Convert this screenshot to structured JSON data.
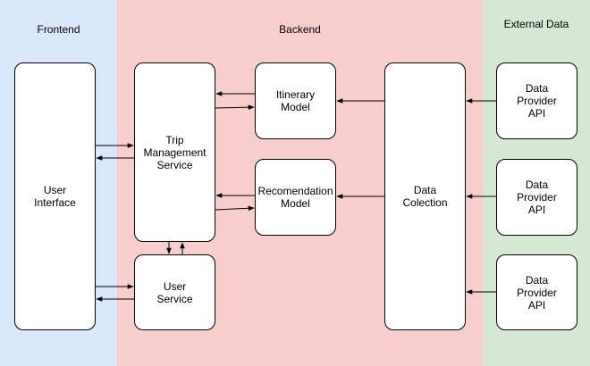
{
  "bands": {
    "frontend": "Frontend",
    "backend": "Backend",
    "external": "External\nData"
  },
  "nodes": {
    "user_interface": "User\nInterface",
    "trip_management": "Trip\nManagement\nService",
    "user_service": "User\nService",
    "itinerary_model": "Itinerary\nModel",
    "recommendation_model": "Recomendation\nModel",
    "data_collection": "Data\nColection",
    "provider_1": "Data\nProvider\nAPI",
    "provider_2": "Data\nProvider\nAPI",
    "provider_3": "Data\nProvider\nAPI"
  },
  "edges": [
    {
      "from": "user_interface",
      "to": "trip_management"
    },
    {
      "from": "trip_management",
      "to": "user_interface"
    },
    {
      "from": "user_interface",
      "to": "user_service"
    },
    {
      "from": "user_service",
      "to": "user_interface"
    },
    {
      "from": "trip_management",
      "to": "user_service"
    },
    {
      "from": "user_service",
      "to": "trip_management"
    },
    {
      "from": "trip_management",
      "to": "itinerary_model"
    },
    {
      "from": "itinerary_model",
      "to": "trip_management"
    },
    {
      "from": "trip_management",
      "to": "recommendation_model"
    },
    {
      "from": "recommendation_model",
      "to": "trip_management"
    },
    {
      "from": "data_collection",
      "to": "itinerary_model"
    },
    {
      "from": "data_collection",
      "to": "recommendation_model"
    },
    {
      "from": "provider_1",
      "to": "data_collection"
    },
    {
      "from": "provider_2",
      "to": "data_collection"
    },
    {
      "from": "provider_3",
      "to": "data_collection"
    }
  ],
  "colors": {
    "frontend": "#dae8fc",
    "backend": "#f8cecc",
    "external": "#d5e8d4",
    "stroke": "#000000"
  }
}
